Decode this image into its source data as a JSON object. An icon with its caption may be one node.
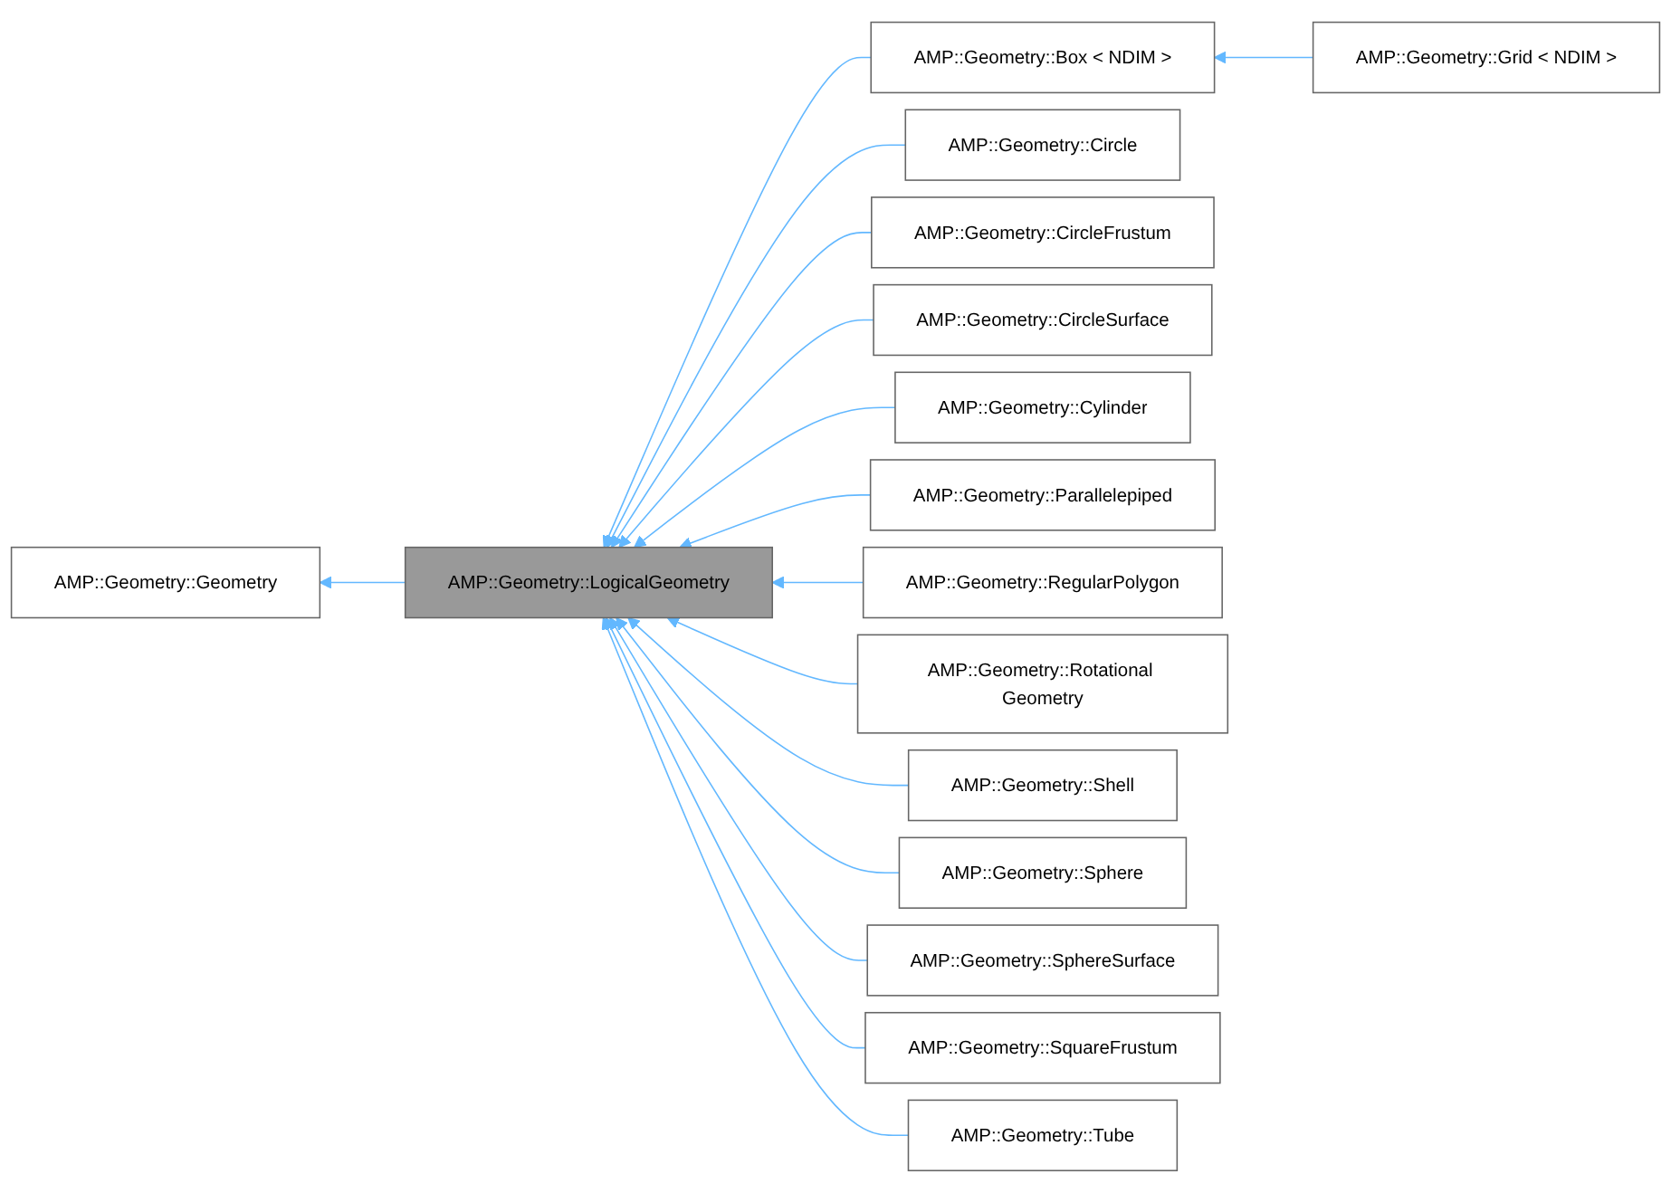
{
  "diagram": {
    "nodes": [
      {
        "text": [
          "AMP::Geometry::Geometry"
        ]
      },
      {
        "text": [
          "AMP::Geometry::LogicalGeometry"
        ]
      },
      {
        "text": [
          "AMP::Geometry::Box < NDIM >"
        ]
      },
      {
        "text": [
          "AMP::Geometry::Grid < NDIM >"
        ]
      },
      {
        "text": [
          "AMP::Geometry::Circle"
        ]
      },
      {
        "text": [
          "AMP::Geometry::CircleFrustum"
        ]
      },
      {
        "text": [
          "AMP::Geometry::CircleSurface"
        ]
      },
      {
        "text": [
          "AMP::Geometry::Cylinder"
        ]
      },
      {
        "text": [
          "AMP::Geometry::Parallelepiped"
        ]
      },
      {
        "text": [
          "AMP::Geometry::RegularPolygon"
        ]
      },
      {
        "text": [
          "AMP::Geometry::Rotational Geometry"
        ]
      },
      {
        "text": [
          "AMP::Geometry::Shell"
        ]
      },
      {
        "text": [
          "AMP::Geometry::Sphere"
        ]
      },
      {
        "text": [
          "AMP::Geometry::SphereSurface"
        ]
      },
      {
        "text": [
          "AMP::Geometry::SquareFrustum"
        ]
      },
      {
        "text": [
          "AMP::Geometry::Tube"
        ]
      }
    ],
    "edges": [
      {
        "from": 1,
        "to": 0,
        "arrow": "to"
      },
      {
        "from": 2,
        "to": 1,
        "arrow": "to"
      },
      {
        "from": 3,
        "to": 2,
        "arrow": "to"
      },
      {
        "from": 4,
        "to": 1,
        "arrow": "to"
      },
      {
        "from": 5,
        "to": 1,
        "arrow": "to"
      },
      {
        "from": 6,
        "to": 1,
        "arrow": "to"
      },
      {
        "from": 7,
        "to": 1,
        "arrow": "to"
      },
      {
        "from": 8,
        "to": 1,
        "arrow": "to"
      },
      {
        "from": 9,
        "to": 1,
        "arrow": "to"
      },
      {
        "from": 10,
        "to": 1,
        "arrow": "to"
      },
      {
        "from": 11,
        "to": 1,
        "arrow": "to"
      },
      {
        "from": 12,
        "to": 1,
        "arrow": "to"
      },
      {
        "from": 13,
        "to": 1,
        "arrow": "to"
      },
      {
        "from": 14,
        "to": 1,
        "arrow": "to"
      },
      {
        "from": 15,
        "to": 1,
        "arrow": "to"
      }
    ]
  }
}
